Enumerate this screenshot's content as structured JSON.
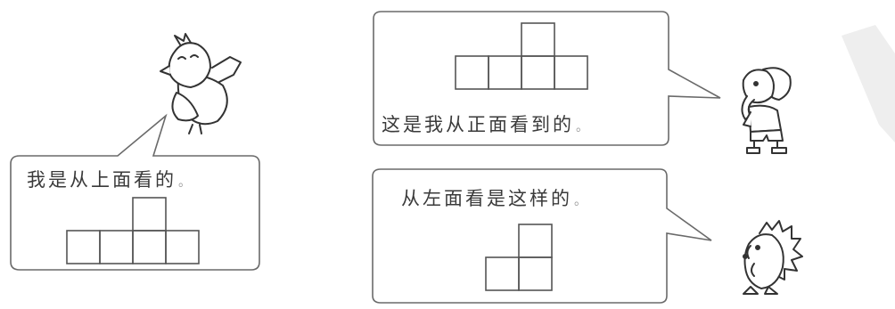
{
  "captions": {
    "top_view": "我是从上面看的",
    "front_view": "这是我从正面看到的",
    "left_view": "从左面看是这样的",
    "end_mark": "。"
  },
  "characters": [
    "bird-icon",
    "elephant-icon",
    "hedgehog-icon"
  ],
  "colors": {
    "line": "#555555",
    "bubble_stroke": "#6a6a6a",
    "watermark": "#eeeeee"
  }
}
